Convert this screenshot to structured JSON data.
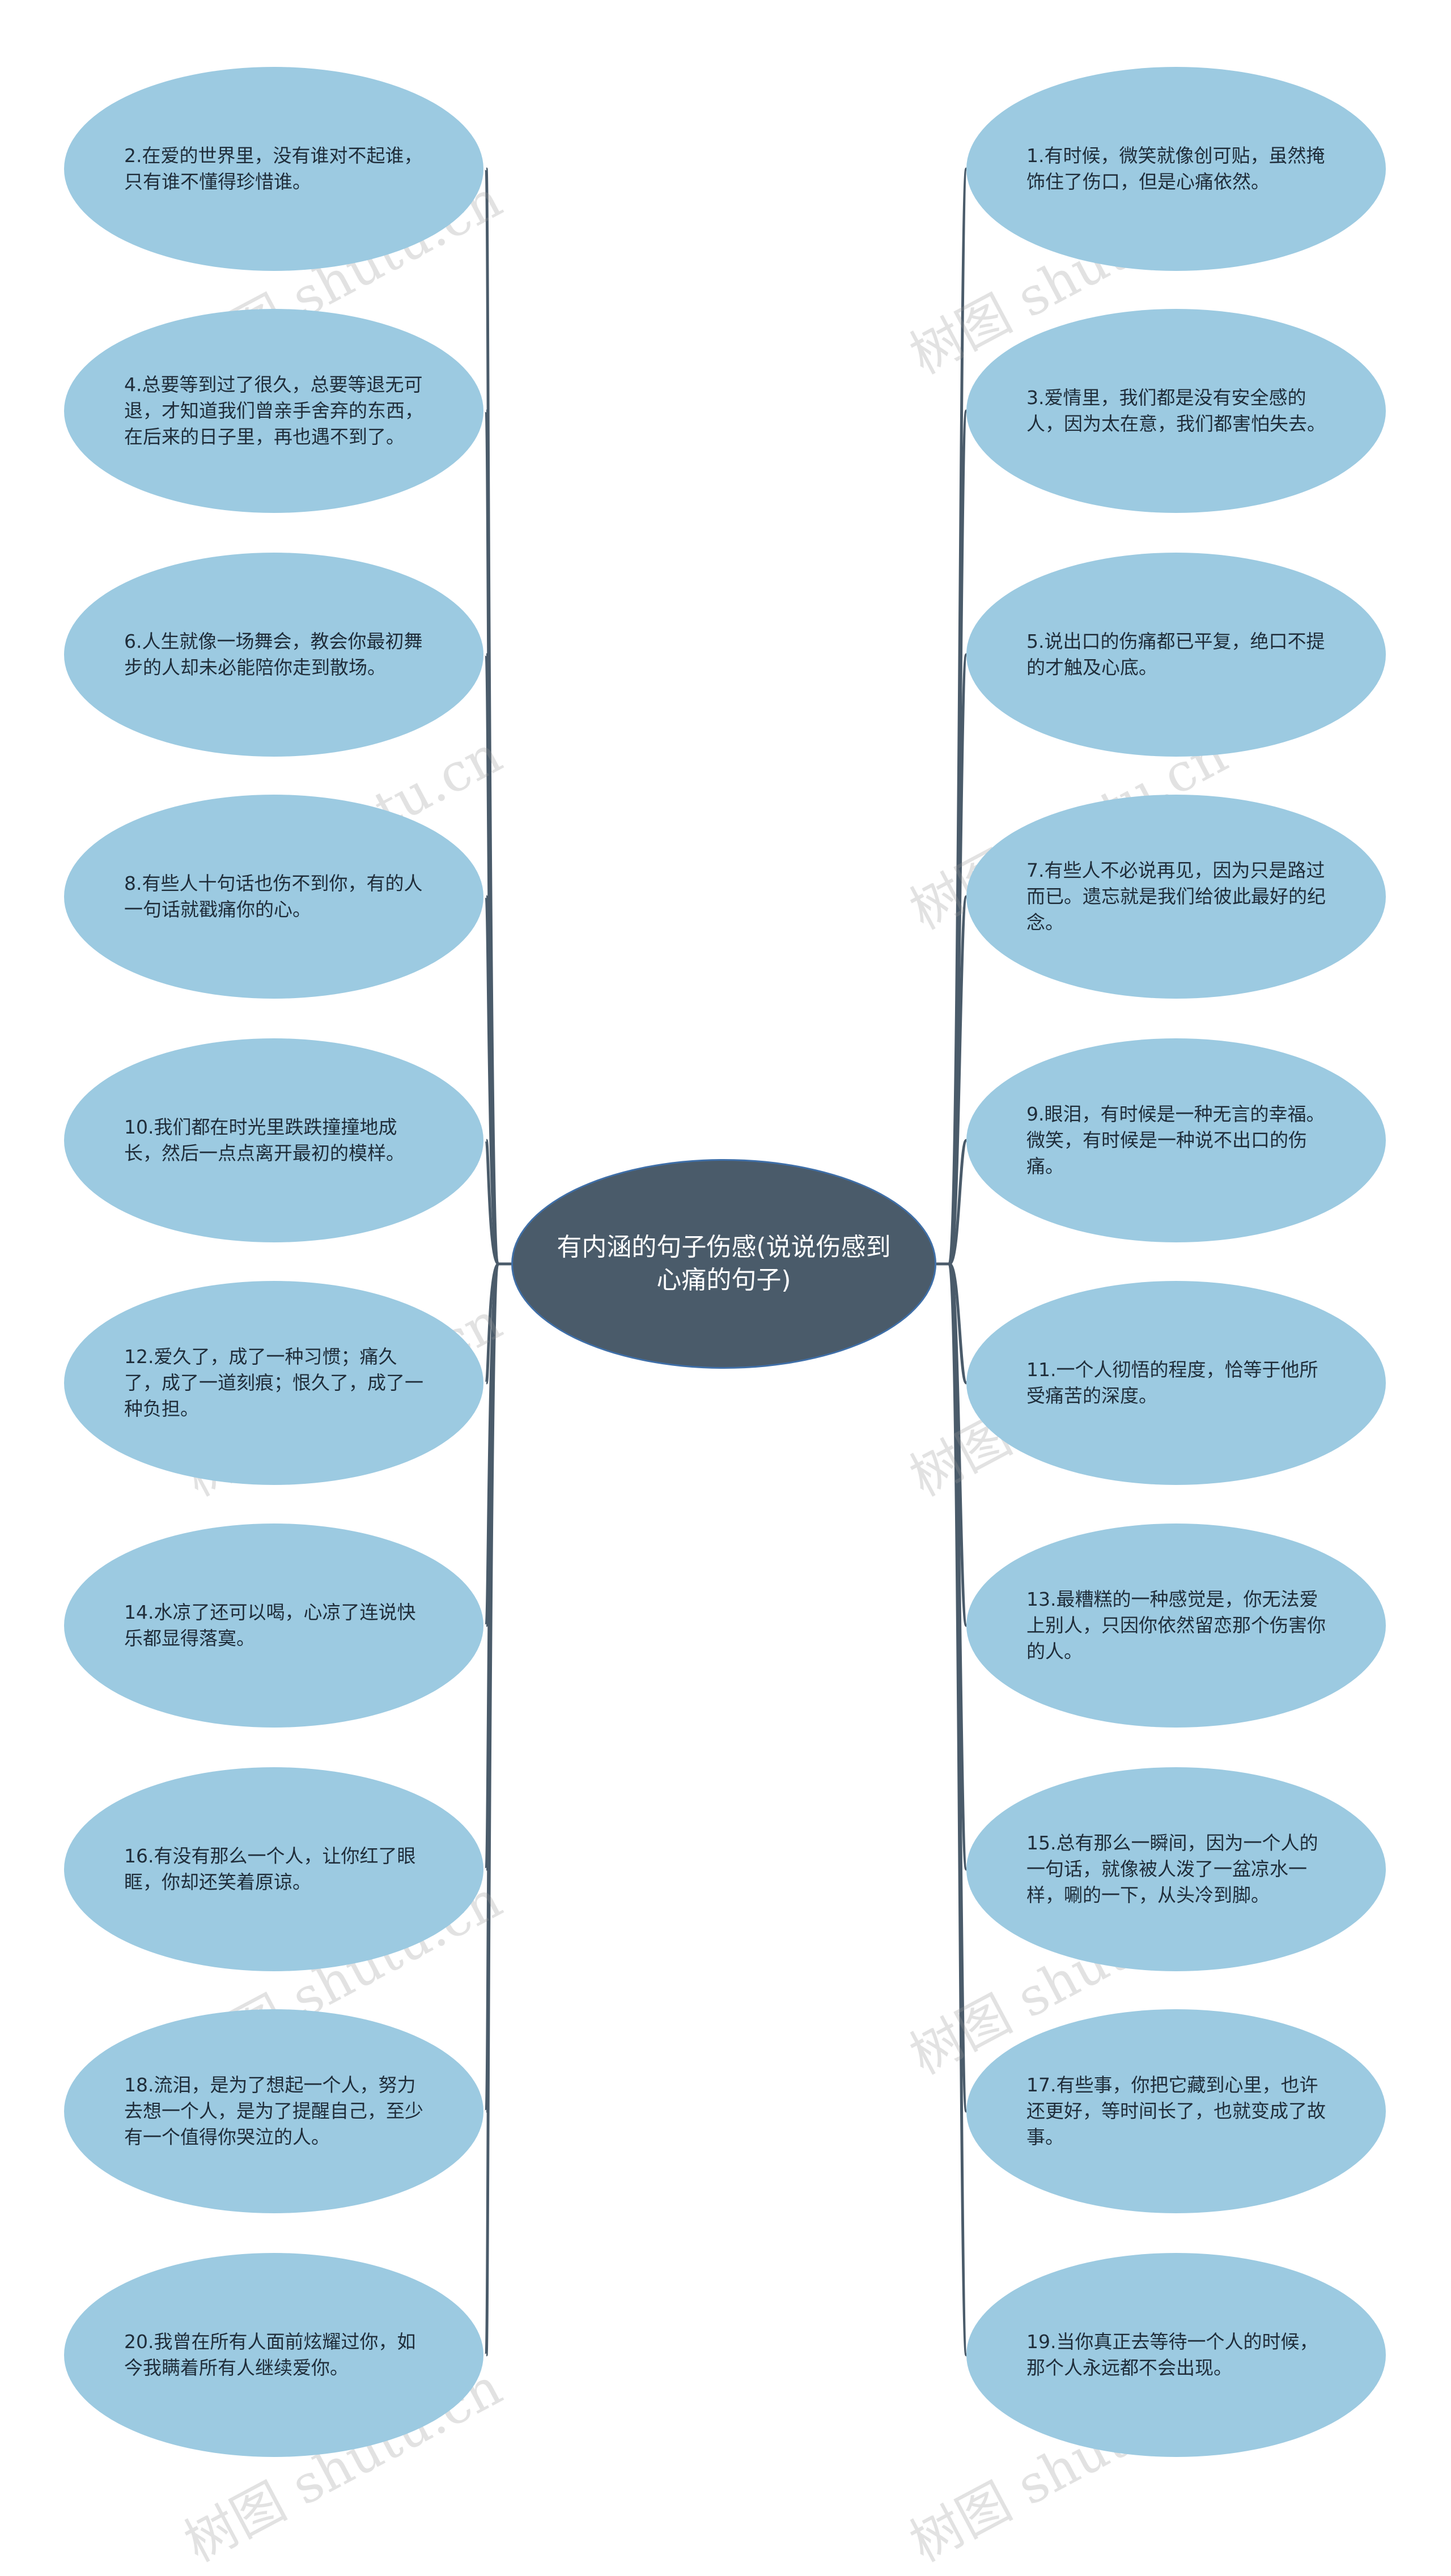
{
  "central_topic": "有内涵的句子伤感(说说伤感到心痛的句子)",
  "colors": {
    "central_fill": "#4a5b6a",
    "central_border": "#3f6fa8",
    "branch_fill": "#9ccae1",
    "connector": "#4a5b6a",
    "watermark": "#969696"
  },
  "watermark_text": "树图 shutu.cn",
  "left_branches": [
    "2.在爱的世界里，没有谁对不起谁，只有谁不懂得珍惜谁。",
    "4.总要等到过了很久，总要等退无可退，才知道我们曾亲手舍弃的东西，在后来的日子里，再也遇不到了。",
    "6.人生就像一场舞会，教会你最初舞步的人却未必能陪你走到散场。",
    "8.有些人十句话也伤不到你，有的人一句话就戳痛你的心。",
    "10.我们都在时光里跌跌撞撞地成长，然后一点点离开最初的模样。",
    "12.爱久了，成了一种习惯；痛久了，成了一道刻痕；恨久了，成了一种负担。",
    "14.水凉了还可以喝，心凉了连说快乐都显得落寞。",
    "16.有没有那么一个人，让你红了眼眶，你却还笑着原谅。",
    "18.流泪，是为了想起一个人，努力去想一个人，是为了提醒自己，至少有一个值得你哭泣的人。",
    "20.我曾在所有人面前炫耀过你，如今我瞒着所有人继续爱你。"
  ],
  "right_branches": [
    "1.有时候，微笑就像创可贴，虽然掩饰住了伤口，但是心痛依然。",
    "3.爱情里，我们都是没有安全感的人，因为太在意，我们都害怕失去。",
    "5.说出口的伤痛都已平复，绝口不提的才触及心底。",
    "7.有些人不必说再见，因为只是路过而已。遗忘就是我们给彼此最好的纪念。",
    "9.眼泪，有时候是一种无言的幸福。微笑，有时候是一种说不出口的伤痛。",
    "11.一个人彻悟的程度，恰等于他所受痛苦的深度。",
    "13.最糟糕的一种感觉是，你无法爱上别人，只因你依然留恋那个伤害你的人。",
    "15.总有那么一瞬间，因为一个人的一句话，就像被人泼了一盆凉水一样，唰的一下，从头冷到脚。",
    "17.有些事，你把它藏到心里，也许还更好，等时间长了，也就变成了故事。",
    "19.当你真正去等待一个人的时候，那个人永远都不会出现。"
  ]
}
